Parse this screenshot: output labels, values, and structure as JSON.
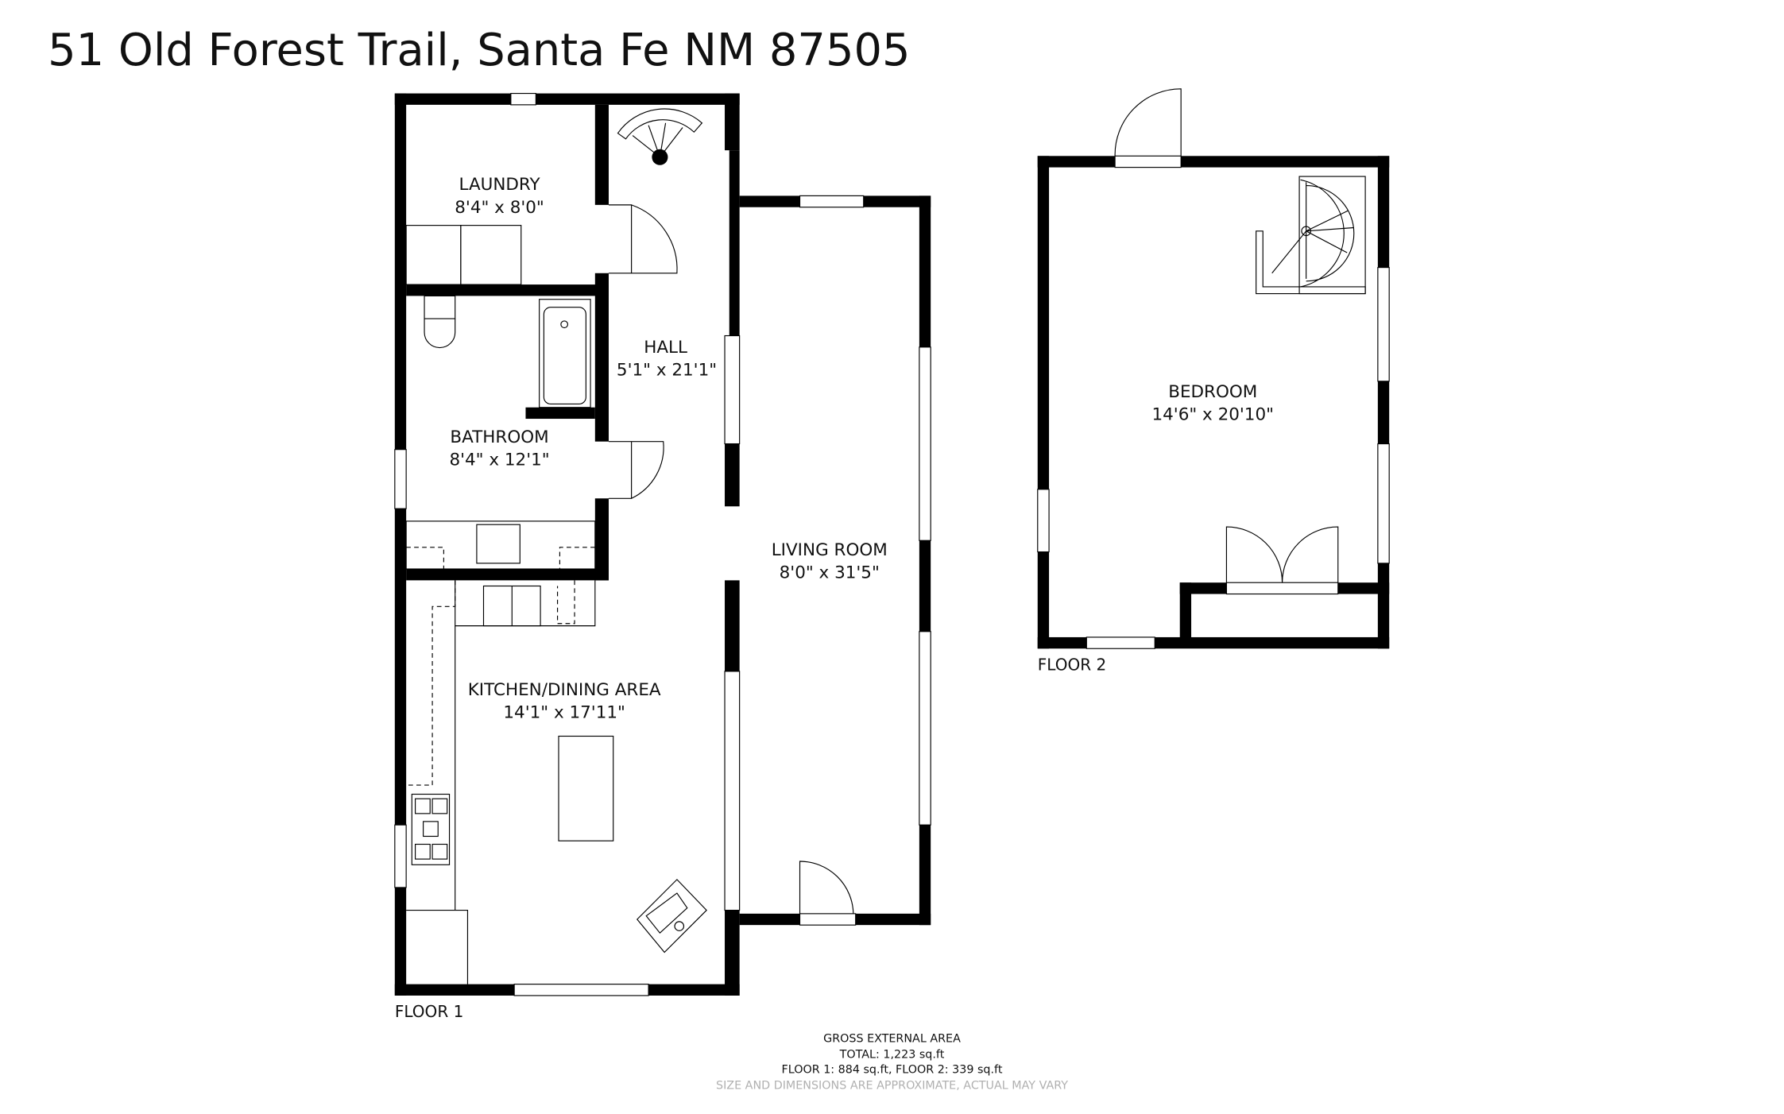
{
  "title": "51 Old Forest Trail, Santa Fe NM 87505",
  "floors": [
    {
      "label": "FLOOR 1",
      "rooms": [
        {
          "name": "LAUNDRY",
          "size": "8'4\" x 8'0\""
        },
        {
          "name": "HALL",
          "size": "5'1\" x 21'1\""
        },
        {
          "name": "BATHROOM",
          "size": "8'4\" x 12'1\""
        },
        {
          "name": "LIVING ROOM",
          "size": "8'0\" x 31'5\""
        },
        {
          "name": "KITCHEN/DINING AREA",
          "size": "14'1\" x 17'11\""
        }
      ]
    },
    {
      "label": "FLOOR 2",
      "rooms": [
        {
          "name": "BEDROOM",
          "size": "14'6\" x 20'10\""
        }
      ]
    }
  ],
  "area": {
    "heading": "GROSS EXTERNAL AREA",
    "total": "TOTAL: 1,223 sq.ft",
    "breakdown": "FLOOR 1: 884 sq.ft, FLOOR 2: 339 sq.ft",
    "disclaimer": "SIZE AND DIMENSIONS ARE APPROXIMATE, ACTUAL MAY VARY"
  },
  "colors": {
    "wall": "#000000",
    "text": "#111111",
    "disclaimer": "#b0b0b0"
  }
}
